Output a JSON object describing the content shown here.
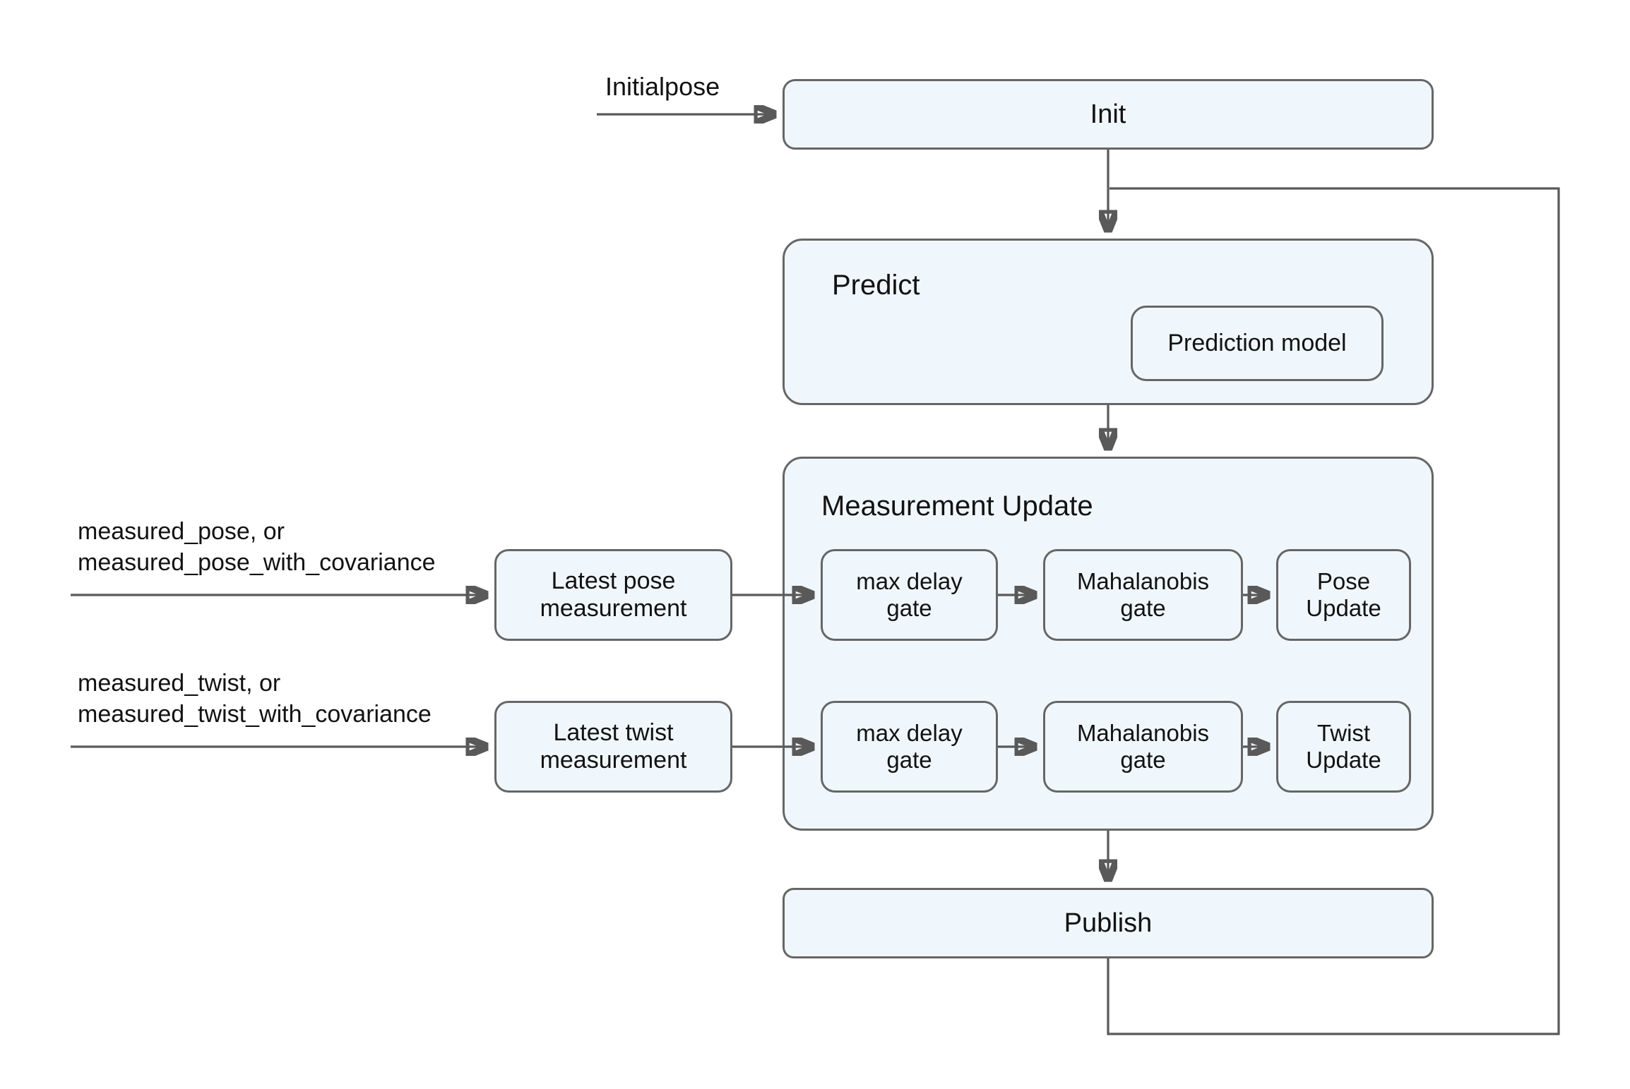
{
  "colors": {
    "background": "#ffffff",
    "node_fill": "#f0f7fc",
    "node_border": "#666666",
    "wire": "#595959",
    "text": "#121212"
  },
  "nodes": {
    "init": {
      "label": "Init"
    },
    "predict": {
      "label": "Predict"
    },
    "prediction_model": {
      "label": "Prediction model"
    },
    "measurement_update": {
      "label": "Measurement Update"
    },
    "pose_max_delay_gate": {
      "label": "max delay\ngate"
    },
    "pose_mahalanobis_gate": {
      "label": "Mahalanobis\ngate"
    },
    "pose_update": {
      "label": "Pose\nUpdate"
    },
    "twist_max_delay_gate": {
      "label": "max delay\ngate"
    },
    "twist_mahalanobis_gate": {
      "label": "Mahalanobis\ngate"
    },
    "twist_update": {
      "label": "Twist\nUpdate"
    },
    "latest_pose_measurement": {
      "label": "Latest pose\nmeasurement"
    },
    "latest_twist_measurement": {
      "label": "Latest twist\nmeasurement"
    },
    "publish": {
      "label": "Publish"
    }
  },
  "input_labels": {
    "initialpose": "Initialpose",
    "measured_pose": "measured_pose, or\nmeasured_pose_with_covariance",
    "measured_twist": "measured_twist, or\nmeasured_twist_with_covariance"
  }
}
